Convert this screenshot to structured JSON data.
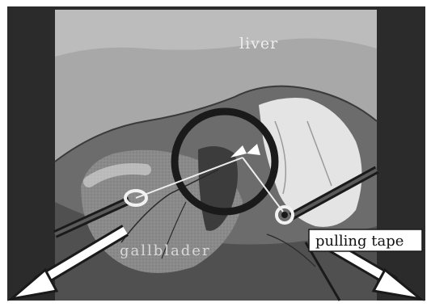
{
  "labels": {
    "liver": "liver",
    "gallbladder": "gallblader",
    "pulling_tape": "pulling tape"
  }
}
